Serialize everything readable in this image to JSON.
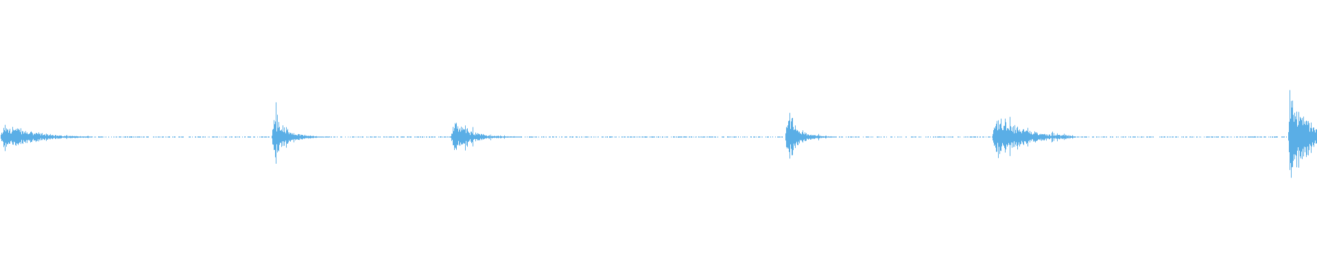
{
  "waveform": {
    "color": "#5aaee6",
    "background": "#ffffff",
    "duration_fraction_bursts": [
      {
        "start": 0.0,
        "end": 0.07,
        "peak": 0.1,
        "decay": 0.3
      },
      {
        "start": 0.206,
        "end": 0.245,
        "peak": 0.17,
        "decay": 0.25
      },
      {
        "start": 0.342,
        "end": 0.395,
        "peak": 0.11,
        "decay": 0.25
      },
      {
        "start": 0.596,
        "end": 0.635,
        "peak": 0.18,
        "decay": 0.22
      },
      {
        "start": 0.753,
        "end": 0.815,
        "peak": 0.15,
        "decay": 0.35
      },
      {
        "start": 0.978,
        "end": 1.0,
        "peak": 0.35,
        "decay": 0.6
      }
    ],
    "noise_floor": 0.003
  }
}
